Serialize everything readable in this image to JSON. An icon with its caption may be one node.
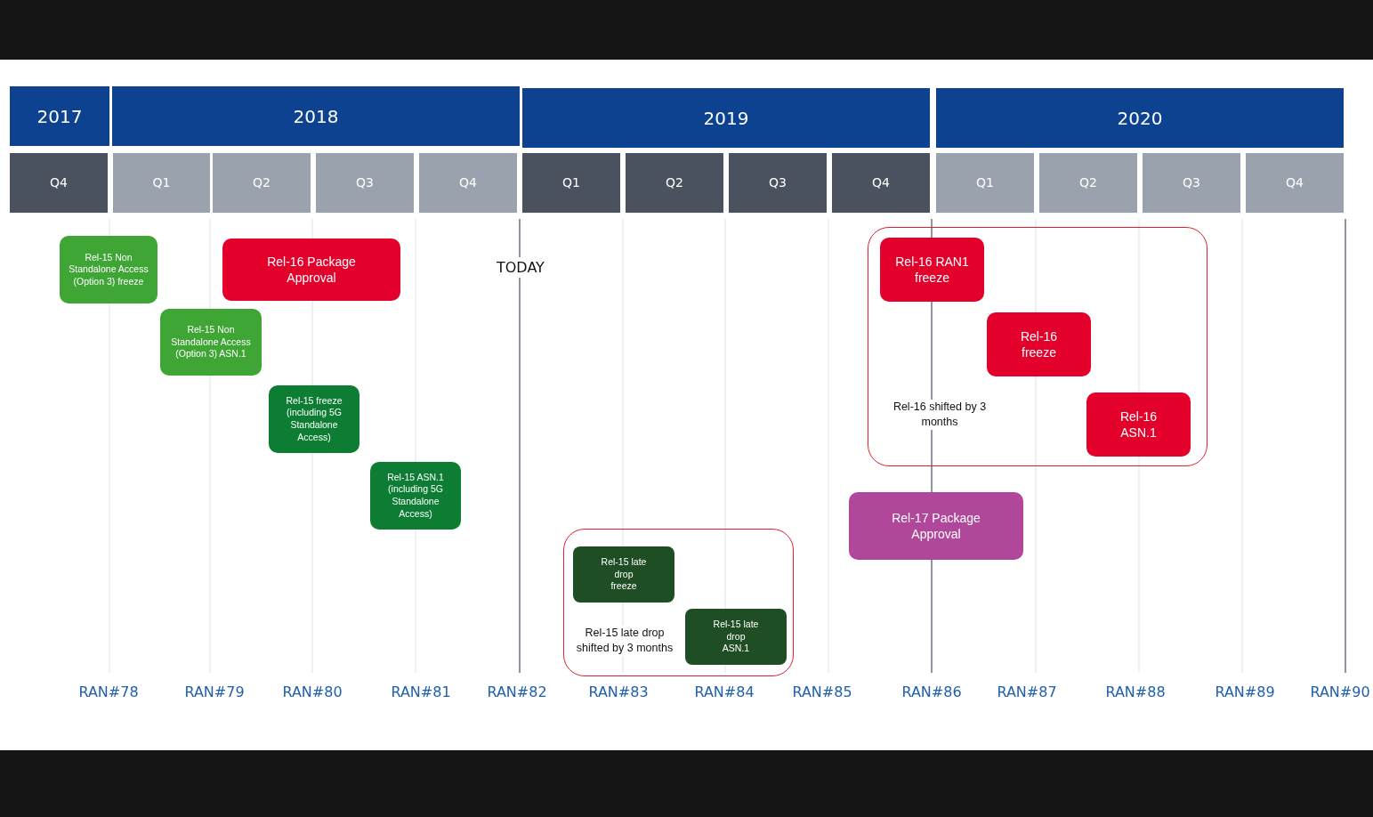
{
  "diagram": {
    "nodes": [
      {
        "text": [
          "2017"
        ]
      },
      {
        "text": [
          "2018"
        ]
      },
      {
        "text": [
          "2019"
        ]
      },
      {
        "text": [
          "2020"
        ]
      },
      {
        "text": [
          "Q4"
        ]
      },
      {
        "text": [
          "Q1"
        ]
      },
      {
        "text": [
          "Q2"
        ]
      },
      {
        "text": [
          "Q3"
        ]
      },
      {
        "text": [
          "Q4"
        ]
      },
      {
        "text": [
          "Q1"
        ]
      },
      {
        "text": [
          "Q2"
        ]
      },
      {
        "text": [
          "Q3"
        ]
      },
      {
        "text": [
          "Q4"
        ]
      },
      {
        "text": [
          "Q1"
        ]
      },
      {
        "text": [
          "Q2"
        ]
      },
      {
        "text": [
          "Q3"
        ]
      },
      {
        "text": [
          "Q4"
        ]
      },
      {
        "text": [
          "Rel-15 Non Standalone Access (Option 3) freeze"
        ]
      },
      {
        "text": [
          "Rel-16 Package Approval"
        ]
      },
      {
        "text": [
          "Rel-15 Non Standalone Access (Option 3) ASN.1"
        ]
      },
      {
        "text": [
          "Rel-15 freeze (including 5G Standalone Access)"
        ]
      },
      {
        "text": [
          "Rel-15 ASN.1 (including 5G Standalone Access)"
        ]
      },
      {
        "text": [
          "Rel-16 shifted by 3 months"
        ]
      },
      {
        "text": [
          "Rel-16 RAN1 freeze"
        ],
        "in": 22
      },
      {
        "text": [
          "Rel-16 freeze"
        ],
        "in": 22
      },
      {
        "text": [
          "Rel-16 ASN.1"
        ],
        "in": 22
      },
      {
        "text": [
          "Rel-17 Package Approval"
        ]
      },
      {
        "text": [
          "Rel-15 late drop shifted by 3 months"
        ]
      },
      {
        "text": [
          "Rel-15 late drop freeze"
        ],
        "in": 27
      },
      {
        "text": [
          "Rel-15 late drop ASN.1"
        ],
        "in": 27
      }
    ],
    "edges": [],
    "labels": [
      "TODAY",
      "RAN#78",
      "RAN#79",
      "RAN#80",
      "RAN#81",
      "RAN#82",
      "RAN#83",
      "RAN#84",
      "RAN#85",
      "RAN#86",
      "RAN#87",
      "RAN#88",
      "RAN#89",
      "RAN#90"
    ]
  }
}
